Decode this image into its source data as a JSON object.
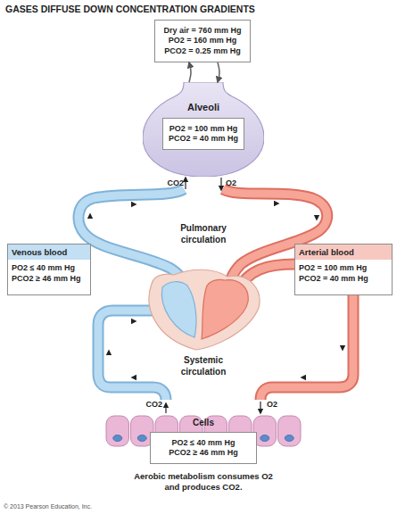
{
  "diagram": {
    "title": "GASES DIFFUSE DOWN CONCENTRATION GRADIENTS",
    "nodes": [
      {
        "text": [
          "Dry air = 760 mm Hg",
          "PO2 = 160 mm Hg",
          "PCO2 = 0.25 mm Hg"
        ]
      },
      {
        "text": [
          "Alveoli"
        ]
      },
      {
        "text": [
          "PO2 = 100 mm Hg",
          "PCO2 = 40 mm Hg"
        ],
        "in": 1
      },
      {
        "text": [
          "Venous blood",
          "PO2 ≤ 40 mm Hg",
          "PCO2 ≥ 46 mm Hg"
        ]
      },
      {
        "text": [
          "Arterial blood",
          "PO2 = 100 mm Hg",
          "PCO2 = 40 mm Hg"
        ]
      },
      {
        "text": [
          "Cells"
        ]
      },
      {
        "text": [
          "PO2 ≤ 40 mm Hg",
          "PCO2 ≥ 46 mm Hg"
        ],
        "in": 5
      }
    ],
    "edges": [
      {
        "from": 0,
        "to": 1,
        "arrow": "to"
      },
      {
        "from": 1,
        "to": 0,
        "arrow": "to"
      }
    ],
    "labels": [
      "CO2",
      "O2",
      "Pulmonary circulation",
      "Systemic circulation",
      "CO2",
      "O2",
      "Aerobic metabolism consumes O2 and produces CO2.",
      "© 2013 Pearson Education, Inc."
    ]
  }
}
